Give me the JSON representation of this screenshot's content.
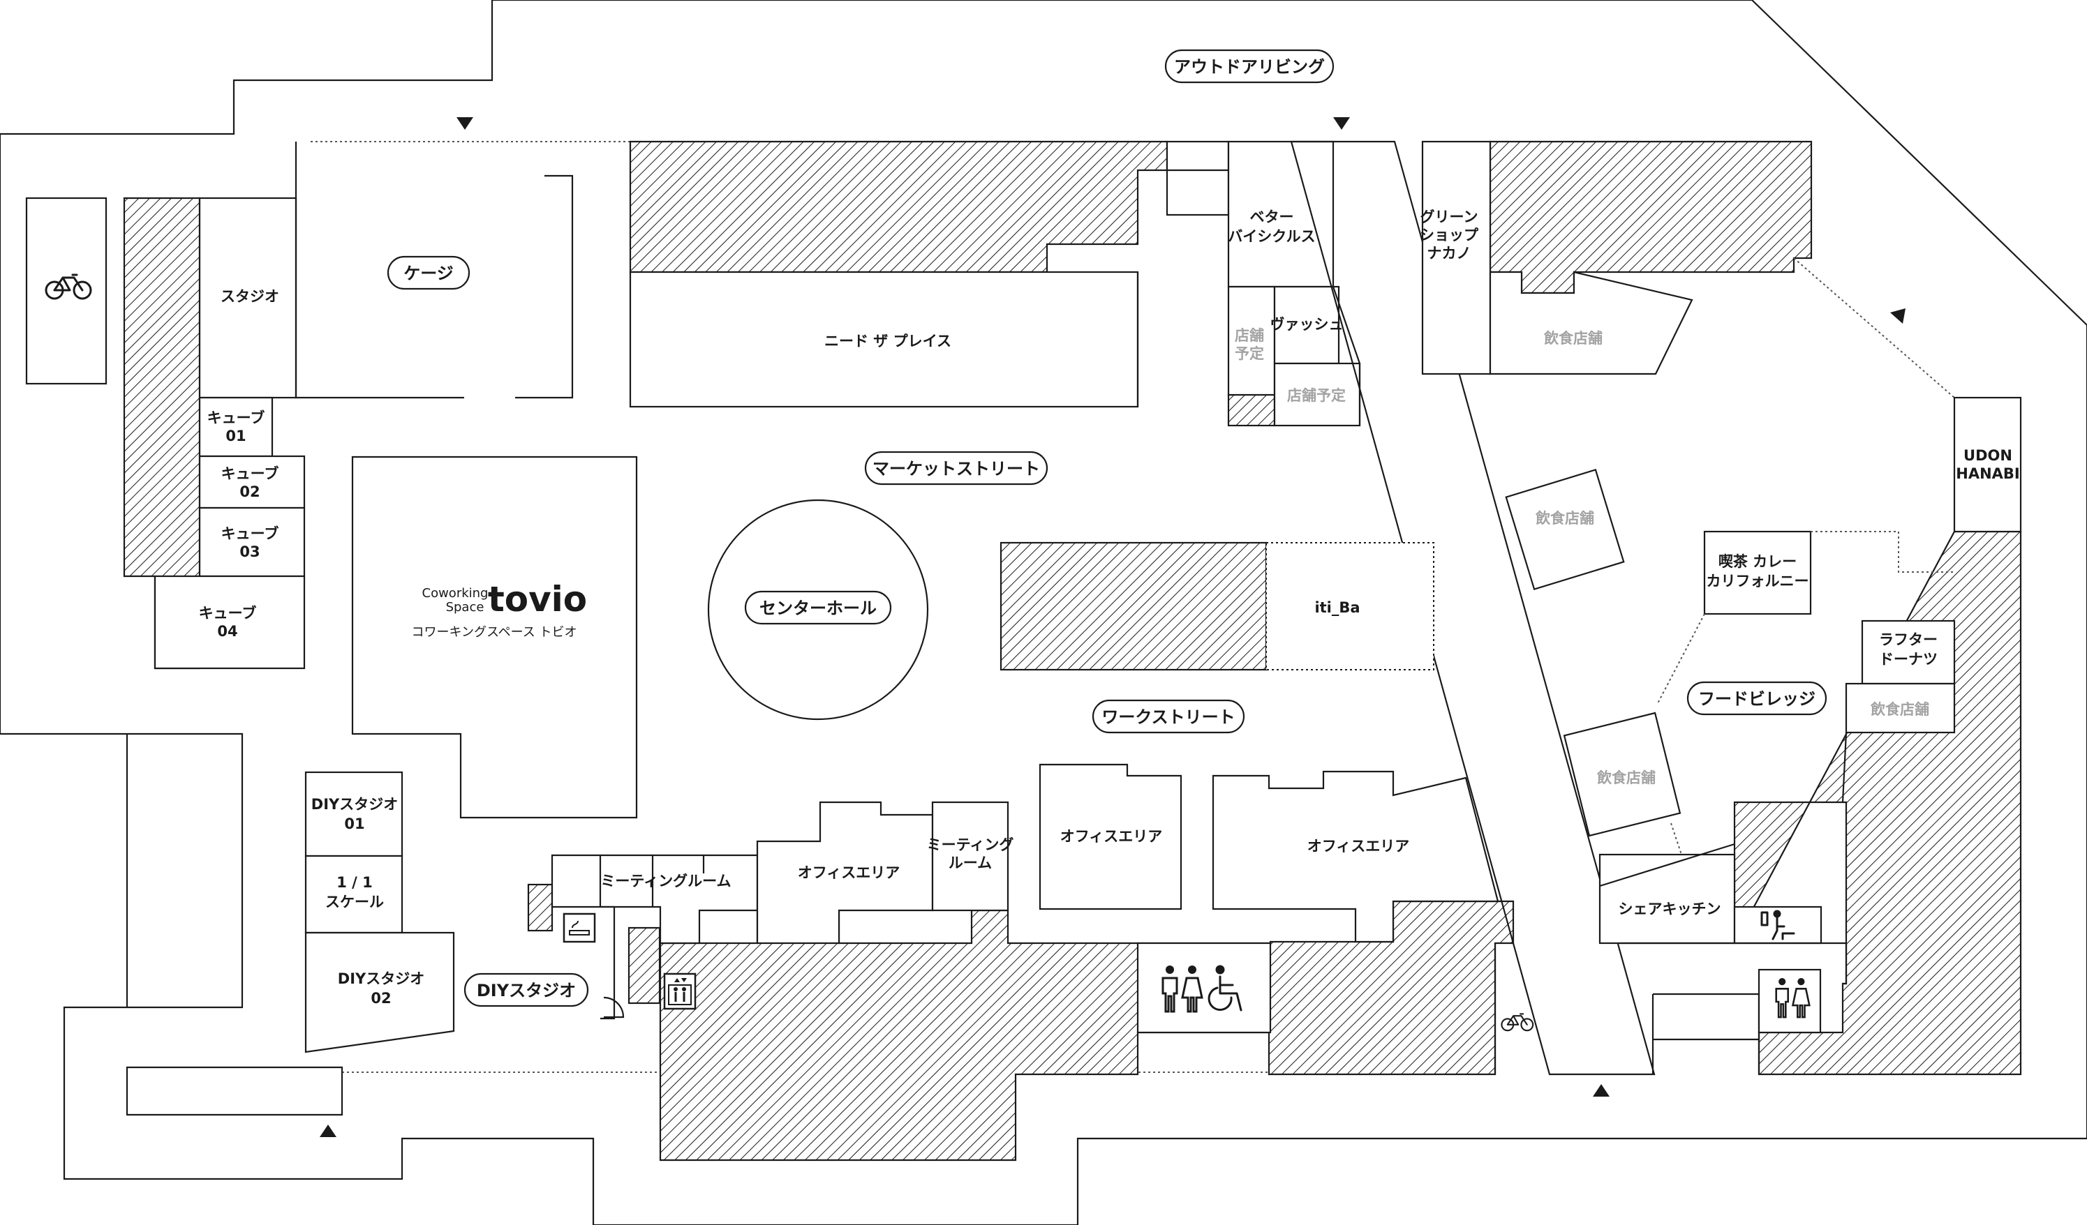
{
  "map": {
    "labels": {
      "outdoor_living": "アウトドアリビング",
      "cage": "ケージ",
      "studio": "スタジオ",
      "cube_01": [
        "キューブ",
        "01"
      ],
      "cube_02": [
        "キューブ",
        "02"
      ],
      "cube_03": [
        "キューブ",
        "03"
      ],
      "cube_04": [
        "キューブ",
        "04"
      ],
      "need_the_place": "ニード ザ プレイス",
      "better_bicycles": [
        "ベター",
        "バイシクルス"
      ],
      "green_shop_nakano": [
        "グリーン",
        "ショップ",
        "ナカノ"
      ],
      "vasshu": "ヴァッシュ",
      "store_planned_1": [
        "店舗",
        "予定"
      ],
      "store_planned_2": "店舗予定",
      "restaurant_1": "飲食店舗",
      "restaurant_2": "飲食店舗",
      "restaurant_3": "飲食店舗",
      "restaurant_4": "飲食店舗",
      "market_street": "マーケットストリート",
      "center_hall": "センターホール",
      "itiba": "iti_Ba",
      "udon_hanabi": [
        "UDON",
        "HANABI"
      ],
      "kissa_curry": [
        "喫茶 カレー",
        "カリフォルニー"
      ],
      "laughter_donuts": [
        "ラフター",
        "ドーナツ"
      ],
      "food_village": "フードビレッジ",
      "work_street": "ワークストリート",
      "coworking_en": [
        "Coworking",
        "Space"
      ],
      "coworking_logo": "tovio",
      "coworking_kana": "コワーキングスペース トビオ",
      "diy_studio_01": [
        "DIYスタジオ",
        "01"
      ],
      "scale_1_1": [
        "1 / 1",
        "スケール"
      ],
      "diy_studio_02": [
        "DIYスタジオ",
        "02"
      ],
      "diy_studio": "DIYスタジオ",
      "meeting_room": "ミーティングルーム",
      "meeting_room_2": [
        "ミーティング",
        "ルーム"
      ],
      "office_area_1": "オフィスエリア",
      "office_area_2": "オフィスエリア",
      "office_area_3": "オフィスエリア",
      "share_kitchen": "シェアキッチン"
    },
    "icons": [
      "bicycle-parking-icon",
      "bicycle-icon",
      "restroom-icon",
      "wheelchair-icon",
      "elevator-icon",
      "smoking-area-icon",
      "nursing-room-icon",
      "entrance-arrow-icon"
    ],
    "colors": {
      "line": "#1a1a1a",
      "muted_text": "#a3a3a3",
      "background": "#ffffff"
    }
  }
}
